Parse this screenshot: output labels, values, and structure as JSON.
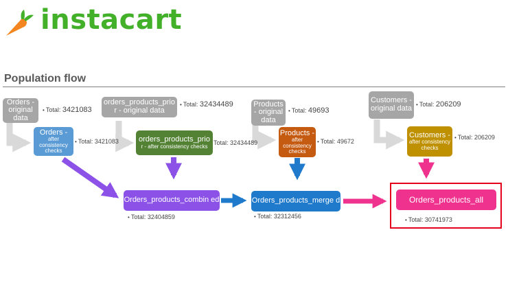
{
  "brand": {
    "name": "instacart",
    "colors": {
      "carrot": "#f38620",
      "leaf": "#43b02a"
    }
  },
  "heading": "Population flow",
  "total_label": "Total:",
  "boxes": {
    "orders_original": {
      "title": "Orders - original data"
    },
    "orders_checked": {
      "title": "Orders -",
      "subtitle": "after consistency checks"
    },
    "op_prior_original": {
      "title": "orders_products_prio r - original data"
    },
    "op_prior_checked": {
      "title": "orders_products_prio",
      "subtitle": "r - after consistency checks"
    },
    "products_original": {
      "title": "Products - original data"
    },
    "products_checked": {
      "title": "Products -",
      "subtitle": "after consistency checks"
    },
    "customers_original": {
      "title": "Customers - original data"
    },
    "customers_checked": {
      "title": "Customers -",
      "subtitle": "after consistency checks"
    },
    "op_combined": {
      "title": "Orders_products_combin ed"
    },
    "op_merged": {
      "title": "Orders_products_merge d"
    },
    "op_all": {
      "title": "Orders_products_all"
    }
  },
  "totals": {
    "orders_original": "3421083",
    "orders_checked": "3421083",
    "op_prior_original": "32434489",
    "op_prior_checked": "32434489",
    "products_original": "49693",
    "products_checked": "49672",
    "customers_original": "206209",
    "customers_checked": "206209",
    "op_combined": "32404859",
    "op_merged": "32312456",
    "op_all": "30741973"
  },
  "colors": {
    "grey": "#a6a6a6",
    "orders": "#5b9bd5",
    "op_prior": "#548235",
    "products": "#c55a11",
    "customers": "#bf9000",
    "combined": "#8c52e8",
    "merged": "#1f7acb",
    "all": "#f0328f",
    "highlight": "#e2001a"
  }
}
